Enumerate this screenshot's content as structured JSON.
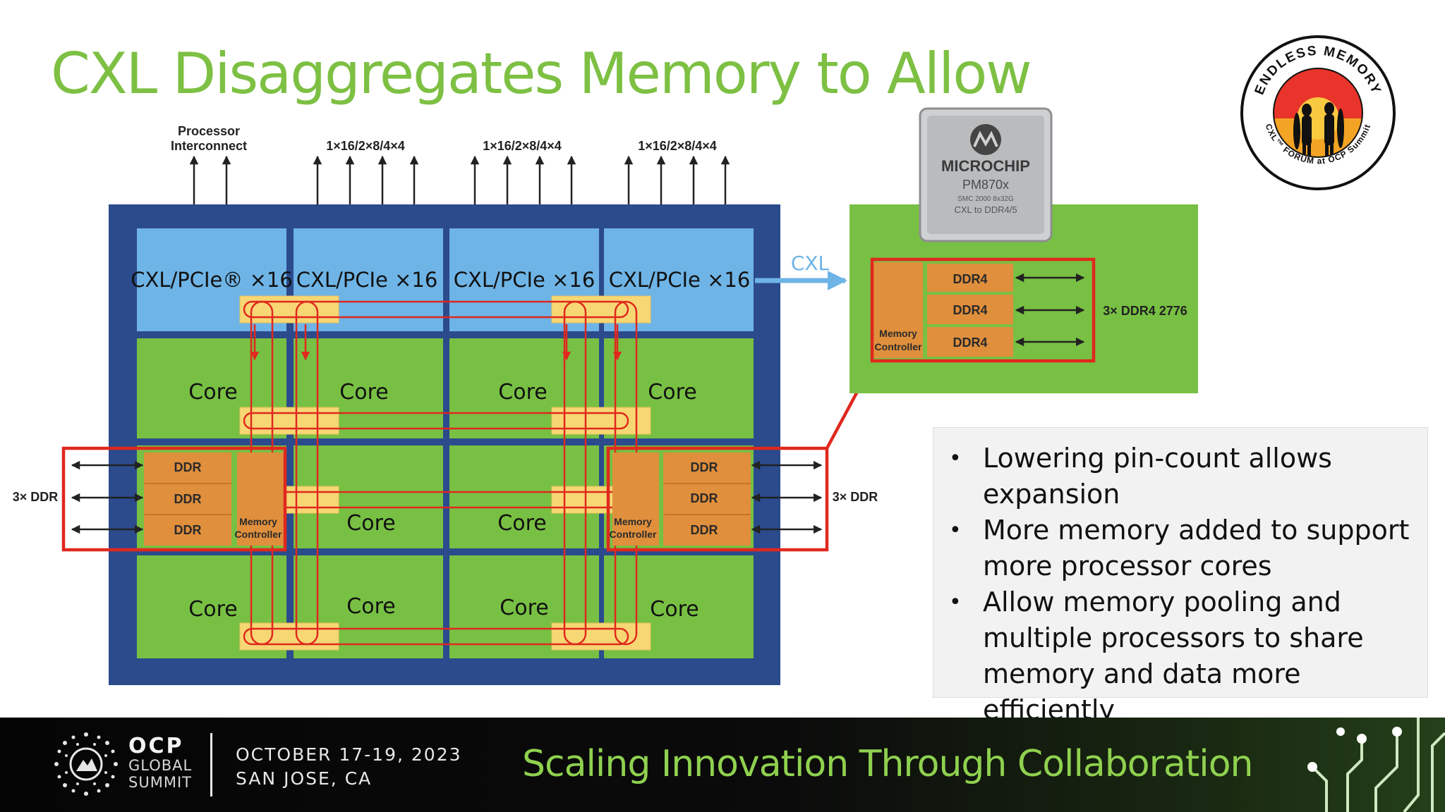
{
  "title": "CXL Disaggregates Memory to Allow",
  "diagram": {
    "processor_interconnect": [
      "Processor",
      "Interconnect"
    ],
    "lane_label": "1×16/2×8/4×4",
    "cxl_ports": [
      "CXL/PCIe® ×16",
      "CXL/PCIe ×16",
      "CXL/PCIe ×16",
      "CXL/PCIe ×16"
    ],
    "cores_row1": [
      "Core",
      "Core",
      "Core",
      "Core"
    ],
    "cores_row2": [
      "Core",
      "Core"
    ],
    "cores_row3": [
      "Core",
      "Core",
      "Core",
      "Core"
    ],
    "ddr": "DDR",
    "memory_controller": [
      "Memory",
      "Controller"
    ],
    "three_ddr": "3× DDR",
    "cxl_link": "CXL",
    "ddr4": "DDR4",
    "three_ddr4": "3× DDR4 2776",
    "chip": {
      "brand": "MICROCHIP",
      "model": "PM870x",
      "line1": "SMC 2000 8x32G",
      "line2": "CXL to DDR4/5"
    }
  },
  "badge": {
    "top_text": "ENDLESS MEMORY",
    "bottom_text": "CXL™ FORUM at OCP Summit"
  },
  "bullets": [
    "Lowering pin-count allows expansion",
    "More memory added to support more processor cores",
    "Allow memory pooling and multiple processors to share memory and data more efficiently"
  ],
  "footer": {
    "brand": "OCP",
    "global": "GLOBAL",
    "summit": "SUMMIT",
    "dates": "OCTOBER 17-19, 2023",
    "location": "SAN JOSE, CA",
    "tagline": "Scaling Innovation Through Collaboration"
  },
  "colors": {
    "title": "#7dc043",
    "chip_blue": "#2b4b8c",
    "port_blue": "#6fb4e6",
    "core_green": "#78c043",
    "ddr_orange": "#e08f3c",
    "highlight_red": "#e0281e",
    "tagline": "#8fd14f"
  }
}
